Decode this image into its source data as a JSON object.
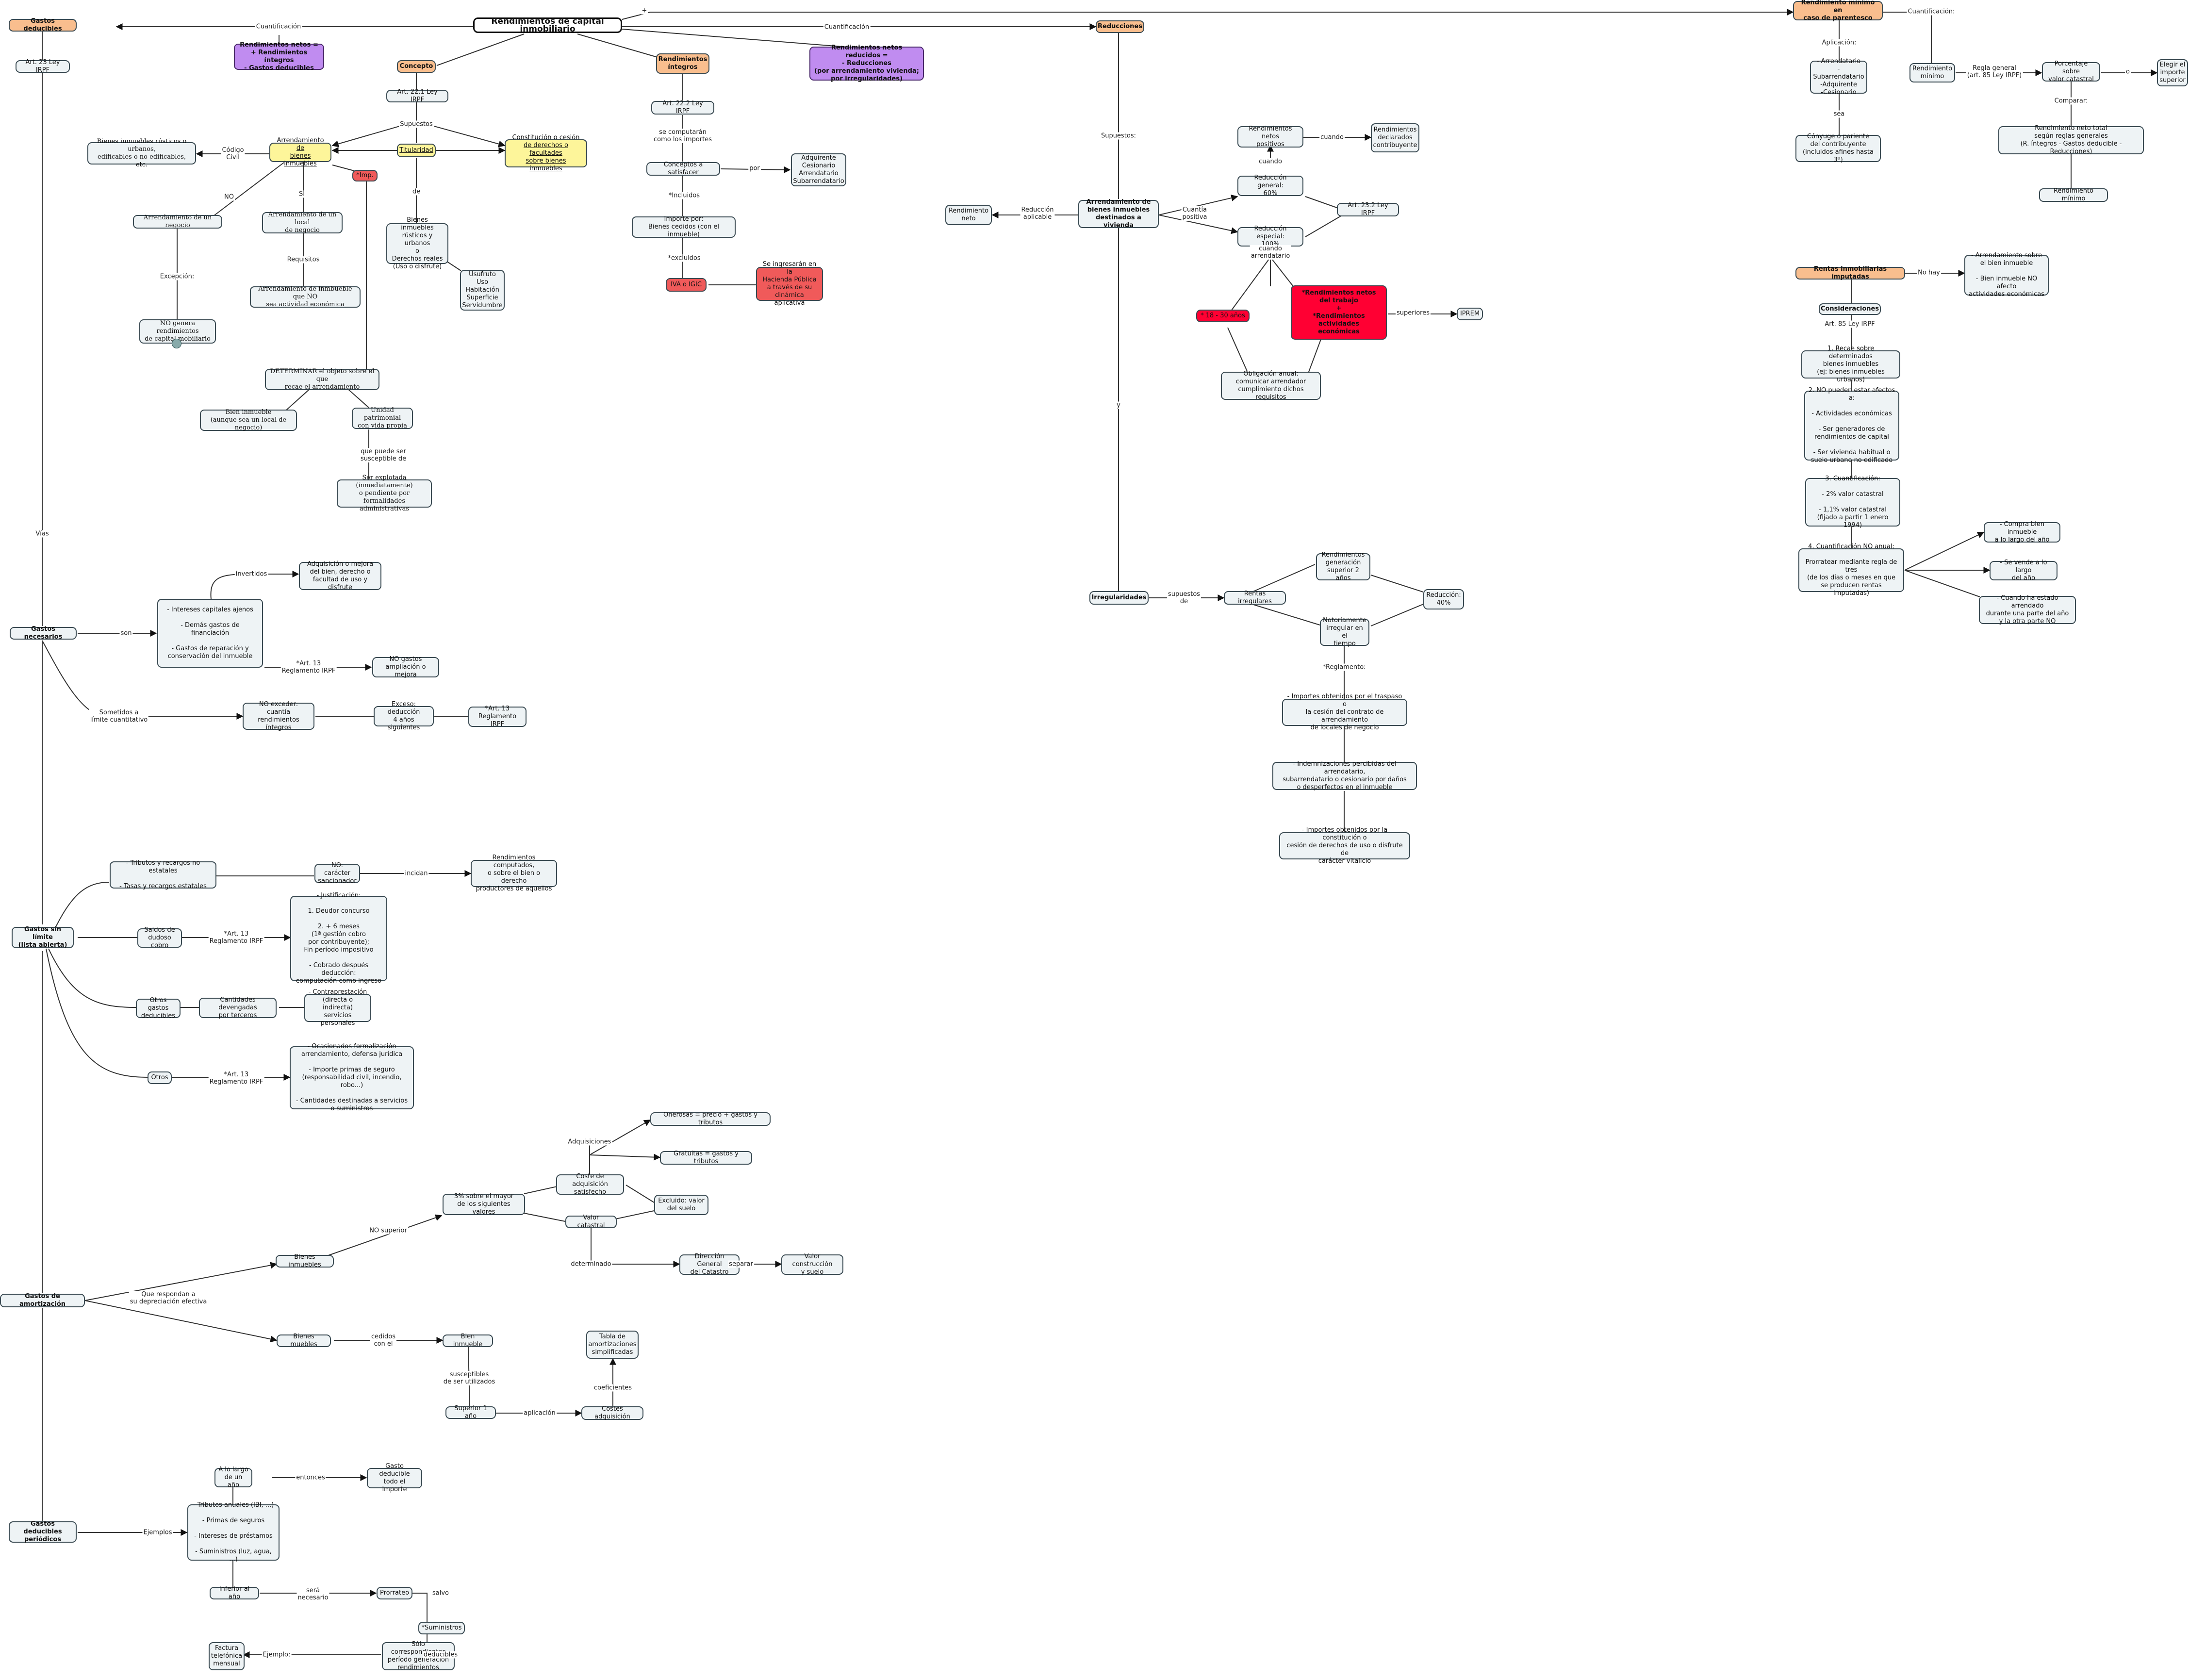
{
  "nodes": {
    "root": "Rendimientos de capital inmobiliario",
    "gastos_deducibles": "Gastos deducibles",
    "art23": "Art. 23 Ley IRPF",
    "rend_netos": "Rendimientos netos =\n+ Rendimientos íntegros\n- Gastos deducibles",
    "concepto": "Concepto",
    "art22_1": "Art. 22.1 Ley IRPF",
    "rend_integros": "Rendimientos\níntegros",
    "art22_2": "Art. 22.2 Ley IRPF",
    "rend_reducidos": "Rendimientos netos reducidos =\n- Reducciones\n(por arrendamiento vivienda;\npor irregularidades)",
    "reducciones": "Reducciones",
    "minimo_parentesco": "Rendimiento mínimo en\ncaso de parentesco",
    "bienes_rusticos": "Bienes inmuebles rústicos o urbanos,\nedificables o no edificables, etc.",
    "arrendamiento_bienes": "Arrendamiento de\nbienes inmuebles",
    "titularidad": "Titularidad",
    "constitucion": "Constitución o cesión\nde derechos o facultades\nsobre bienes inmuebles",
    "imp": "*Imp.",
    "arr_negocio": "Arrendamiento de un negocio",
    "arr_local": "Arrendamiento de un local\nde negocio",
    "bienes_rust_urb": "Bienes inmuebles\nrústicos y urbanos\no\nDerechos reales\n(Uso o disfrute)",
    "usufructo": "Usufruto\nUso\nHabitación\nSuperficie\nServidumbre",
    "arr_inmueble_nodestino": "Arrendamiento de inmbueble que NO\nsea actividad económica",
    "no_genera": "NO genera rendimientos\nde capital mobiliario",
    "determinar": "DETERMINAR el objeto sobre el que\nrecae el arrendamiento",
    "bien_inmueble": "Bien inmueble\n(aunque sea un local de negocio)",
    "unidad_patrimonial": "Unidad patrimonial\ncon vida propia",
    "ser_explotada": "Ser explotada (inmediatamente)\no pendiente por formalidades\nadministrativas",
    "conceptos_satisfacer": "Conceptos a satisfacer",
    "adquirente": "Adquirente\nCesionario\nArrendatario\nSubarrendatario",
    "importe_bienes": "Importe por:\nBienes cedidos (con el inmueble)",
    "iva": "IVA o IGIC",
    "se_ingresaran": "Se ingresarán en la\nHacienda Pública\na través de su\ndinámica aplicativa",
    "rendimiento_neto": "Rendimiento\nneto",
    "arrendamiento_vivienda": "Arrendamiento de\nbienes inmuebles\ndestinados a vivienda",
    "rend_netos_pos": "Rendimientos netos\npositivos",
    "rend_declarados": "Rendimientos\ndeclarados\ncontribuyente",
    "reduccion_general": "Reducción general:\n60%",
    "art23_2": "Art. 23.2 Ley IRPF",
    "reduccion_especial": "Reducción especial:\n100%",
    "edad": "* 18 - 30 años",
    "rend_netos_trabajo": "*Rendimientos netos\ndel trabajo\n+\n*Rendimientos actividades\neconómicas",
    "iprem": "IPREM",
    "obligacion": "Obligación anual:\ncomunicar arrendador\ncumplimiento dichos requisitos",
    "irregularidades": "Irregularidades",
    "rentas_irregulares": "Rentas irregulares",
    "rend_generacion": "Rendimientos\ngeneración\nsuperior 2 años",
    "reduccion40": "Reducción:\n40%",
    "notoriamente": "Notoriamente\nirregular en el\ntiempo",
    "importes_traspaso": "- Importes obtenidos por el traspaso o\nla cesión del contrato de arrendamiento\nde locales de negocio",
    "indemnizaciones": "- Indemnizaciones percibidas del arrendatario,\nsubarrendatario o cesionario por daños\no desperfectos en el inmueble",
    "importes_constitucion": "- Importes obtenidos por la constitución o\ncesión de derechos de uso o disfrute de\ncarácter vitalicio",
    "arrendatarios": "- Arrendatario\n-Subarrendatario\n-Adquirente\n-Cesionario",
    "rend_minimo": "Rendimiento\nmínimo",
    "porcentaje_catastral": "Porcentaje sobre\nvalor catastral",
    "elegir": "Elegir el\nimporte\nsuperior",
    "conyuge": "Cónyuge o pariente\ndel contribuyente\n(incluidos afines hasta 3º)",
    "rend_neto_total": "Rendimiento neto total\nsegún reglas generales\n(R. íntegros - Gastos deducible - Reducciones)",
    "rend_minimo2": "Rendimiento mínimo",
    "rentas_imputadas": "Rentas inmobiliarias imputadas",
    "arr_sobre": "- Arrendamiento sobre\nel bien inmueble\n\n- Bien inmueble NO afecto\nactividades económicas",
    "consideraciones": "Consideraciones",
    "art85": "Art. 85 Ley IRPF",
    "recae": "1. Recae sobre determinados\nbienes inmuebles\n(ej: bienes inmuebles urbanos)",
    "no_afectos": "2. NO pueden estar afectos a:\n\n- Actividades económicas\n\n- Ser generadores de\nrendimientos de capital\n\n- Ser vivienda habitual o\nsuelo urbano no edificado",
    "cuantificacion": "3. Cuantificación:\n\n- 2% valor catastral\n\n- 1,1% valor catastral\n(fijado a partir 1 enero 1994)",
    "cuant_no_anual": "4. Cuantificación NO anual:\n\nProrratear mediante regla de tres\n(de los días o meses en que\nse producen rentas imputadas)",
    "compra": "- Compra bien inmueble\na lo largo del año",
    "se_vende": "- Se vende a lo largo\ndel año",
    "cuando_estado": "- Cuando ha estado arrendado\ndurante una parte del año\ny la otra parte NO",
    "gastos_necesarios": "Gastos necesarios",
    "intereses": "- Intereses capitales ajenos\n\n- Demás gastos de\nfinanciación\n\n- Gastos de reparación y\nconservación del inmueble",
    "adquisicion_mejora": "Adquisición o mejora\ndel bien, derecho o\nfacultad de uso y disfrute",
    "no_gastos": "NO gastos\nampliación o mejora",
    "no_exceder": "NO exceder:\ncuantía\nrendimientos íntegros",
    "exceso": "Exceso: deducción\n4 años siguientes",
    "art13_a": "*Art. 13\nReglamento IRPF",
    "gastos_sin_limite": "Gastos sin límite\n(lista abierta)",
    "tributos": "- Tributos y recargos no estatales\n\n- Tasas y recargos estatales",
    "no_caracter": "NO: carácter\nsancionador",
    "rend_computados": "Rendimientos computados,\no sobre el bien o derecho\nproductores de aquellos",
    "saldos": "Saldos de\ndudoso cobro",
    "justificacion": "- Justificación:\n\n1. Deudor concurso\n\n2. + 6 meses\n(1ª gestión cobro\npor contribuyente);\nFin período impositivo\n\n- Cobrado después deducción:\ncomputación como ingreso",
    "otros_gastos": "Otros gastos\ndeducibles",
    "cantidades": "Cantidades devengadas\npor terceros",
    "contraprestacion": "- Contraprestación\n(directa o indirecta)\nservicios personales",
    "otros": "Otros",
    "ocasionados": "- Ocasionados formalización\narrendamiento, defensa jurídica\n\n- Importe primas de seguro\n(responsabilidad civil, incendio, robo...)\n\n- Cantidades destinadas a servicios\no suministros",
    "onerosas": "Onerosas = precio + gastos y tributos",
    "gratuitas": "Gratuitas = gastos y tributos",
    "coste_adquisicion": "Coste de adquisición\nsatisfecho",
    "excluido": "Excluido: valor\ndel suelo",
    "tres_pct": "3% sobre el mayor\nde los siguientes valores",
    "valor_catastral": "Valor catastral",
    "direccion_catastro": "Dirección General\ndel Catastro",
    "valor_construccion": "Valor construcción\ny suelo",
    "bienes_inmuebles": "Bienes inmuebles",
    "gastos_amortizacion": "Gastos de amortización",
    "bienes_muebles": "Bienes muebles",
    "bien_inmueble2": "Bien inmueble",
    "tabla": "Tabla de\namortizaciones\nsimplificadas",
    "superior_ano": "Superior 1 año",
    "costes_adquisicion": "Costes adquisición",
    "a_lo_largo": "A lo largo\nde un año",
    "gasto_deducible": "Gasto deducible\ntodo el importe",
    "gastos_periodicos": "Gastos deducibles\nperiódicos",
    "tributos_anuales": "- Tributos anuales (IBI, ...)\n\n- Primas de seguros\n\n- Intereses de préstamos\n\n- Suministros (luz, agua, ...)",
    "inferior_ano": "Inferior al año",
    "prorrateo": "Prorrateo",
    "suministros": "*Suministros",
    "solo_correspondientes": "Sólo correspondientes\nperíodo generación\nrendimientos",
    "factura": "Factura\ntelefónica\nmensual"
  },
  "labels": {
    "cuantificacion_a": "Cuantificación",
    "cuantificacion_b": "Cuantificación",
    "cuantificacion_c": "Cuantificación:",
    "plus": "+",
    "supuestos_a": "Supuestos",
    "supuestos_b": "Supuestos:",
    "codigo_civil": "Código\nCivil",
    "no": "NO",
    "si": "SÍ",
    "requisitos": "Requisitos",
    "excepcion": "Excepción:",
    "se_computaran": "se computarán\ncomo los importes",
    "por": "por",
    "incluidos": "*Incluidos",
    "excluidos": "*excluidos",
    "de": "de",
    "que_puede": "que puede ser\nsusceptible de",
    "reduccion_aplicable": "Reducción\naplicable",
    "cuantia_positiva": "Cuantía\npositiva",
    "cuando_a": "cuando",
    "cuando_b": "cuando",
    "cuando_arrendatario": "cuando\narrendatario",
    "superiores": "superiores",
    "supuestos_de": "supuestos\nde",
    "reglamento": "*Reglamento:",
    "y": "y",
    "aplicacion": "Aplicación:",
    "sea": "sea",
    "regla_general": "Regla general\n(art. 85 Ley IRPF)",
    "o": "o",
    "comparar": "Comparar:",
    "no_hay": "No hay",
    "vias": "Vías",
    "son": "son",
    "invertidos": "invertidos",
    "art13_reg": "*Art. 13\nReglamento IRPF",
    "sometidos": "Sometidos a\nlímite cuantitativo",
    "incidan": "incidan",
    "art13_reg2": "*Art. 13\nReglamento IRPF",
    "art13_reg3": "*Art. 13\nReglamento IRPF",
    "adquisiciones": "Adquisiciones",
    "no_superior": "NO superior",
    "determinado": "determinado",
    "separar": "separar",
    "que_responden": "Que respondan a\nsu depreciación efectiva",
    "cedidos_con": "cedidos\ncon el",
    "susceptibles": "susceptibles\nde ser utilizados",
    "coeficientes": "coeficientes",
    "aplicacion2": "aplicación",
    "entonces": "entonces",
    "ejemplos": "Ejemplos",
    "sera_necesario": "será\nnecesario",
    "salvo": "salvo",
    "deducibles": "deducibles",
    "ejemplo": "Ejemplo:"
  },
  "colors": {
    "node_fill": "#eef3f5",
    "orange": "#f9be8e",
    "purple": "#c08cf0",
    "yellow": "#fdf59a",
    "red": "#f05a5a",
    "red_strong": "#ff0033"
  }
}
